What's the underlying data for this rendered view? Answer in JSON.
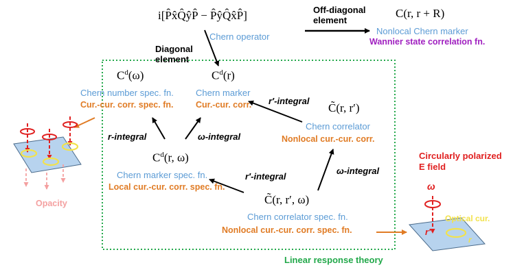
{
  "top": {
    "formula": "i[P̂x̂Q̂ŷP̂ − P̂ŷQ̂x̂P̂]",
    "label": "Chern operator",
    "off_diag_line1": "Off-diagonal",
    "off_diag_line2": "element",
    "nonlocal_formula": "C(r, r + R)",
    "nonlocal_label": "Nonlocal Chern marker",
    "wannier_label": "Wannier state correlation fn."
  },
  "diagonal": {
    "line1": "Diagonal",
    "line2": "element"
  },
  "nodes": {
    "cd_omega": {
      "formula": "C^d(ω)",
      "blue": "Chern number spec. fn.",
      "orange": "Cur.-cur. corr. spec. fn."
    },
    "cd_r": {
      "formula": "C^d(r)",
      "blue": "Chern marker",
      "orange": "Cur.-cur. corr."
    },
    "c_rr": {
      "formula": "C̃(r, r′)",
      "blue": "Chern correlator",
      "orange": "Nonlocal cur.-cur. corr."
    },
    "cd_r_omega": {
      "formula": "C^d(r, ω)",
      "blue": "Chern marker spec. fn.",
      "orange": "Local cur.-cur. corr. spec. fn."
    },
    "c_rr_omega": {
      "formula": "C̃(r, r′, ω)",
      "blue": "Chern correlator spec. fn.",
      "orange": "Nonlocal cur.-cur. corr. spec. fn."
    }
  },
  "arrows": {
    "r_integral": "r-integral",
    "omega_integral_left": "ω-integral",
    "rprime_integral_top": "r′-integral",
    "omega_integral_right": "ω-integral",
    "rprime_integral_bottom": "r′-integral"
  },
  "left_panel": {
    "label": "Opacity"
  },
  "right_panel": {
    "label_line1": "Circularly polarized",
    "label_line2": "E field",
    "omega": "ω",
    "rprime": "r′",
    "optical": "Optical cur.",
    "r": "r"
  },
  "box_label": "Linear response theory",
  "colors": {
    "blue": "#5b9bd5",
    "orange": "#e07b24",
    "green": "#22a84a",
    "red": "#e02020",
    "purple": "#a020c0",
    "pink": "#f4a0a0",
    "plane": "#b7d3ee",
    "yellow": "#f2e24c"
  }
}
